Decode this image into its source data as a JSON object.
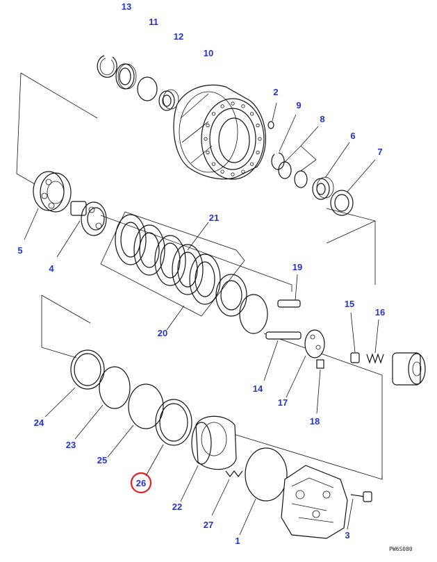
{
  "drawing_code": "PW6S080",
  "highlight_color": "#e02020",
  "label_color": "#2233cc",
  "labels": {
    "l1": "1",
    "l2": "2",
    "l3": "3",
    "l4": "4",
    "l5": "5",
    "l6": "6",
    "l7": "7",
    "l8": "8",
    "l9": "9",
    "l10": "10",
    "l11": "11",
    "l12": "12",
    "l13": "13",
    "l14": "14",
    "l15": "15",
    "l16": "16",
    "l17": "17",
    "l18": "18",
    "l19": "19",
    "l20": "20",
    "l21": "21",
    "l22": "22",
    "l23": "23",
    "l24": "24",
    "l25": "25",
    "l26": "26",
    "l27": "27"
  }
}
